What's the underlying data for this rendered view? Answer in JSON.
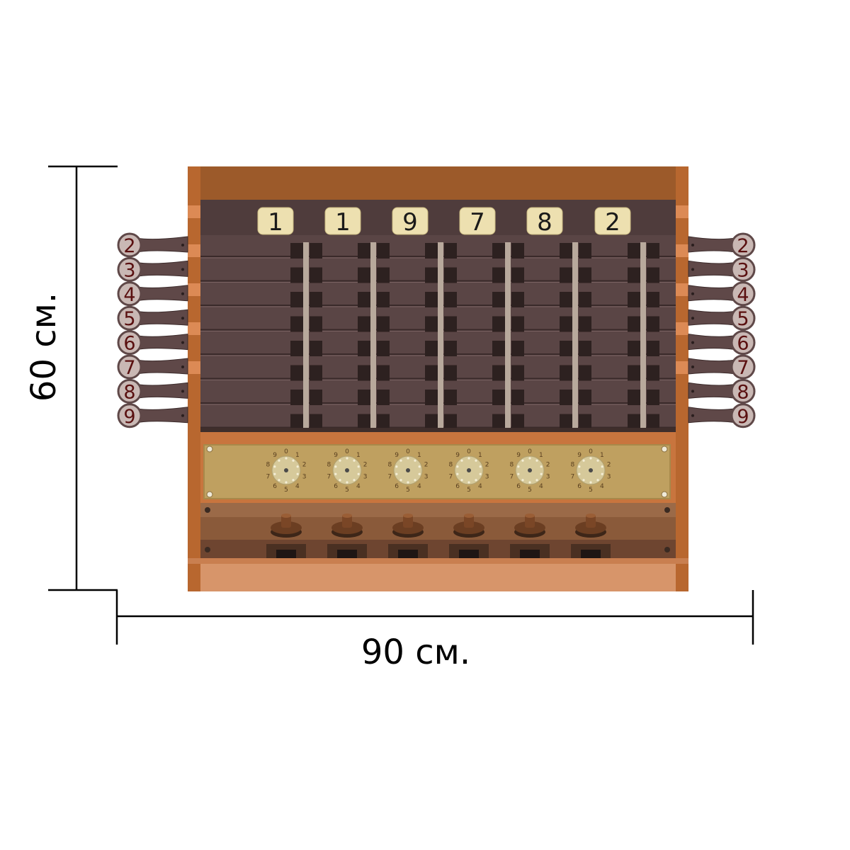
{
  "dimensions": {
    "height_label": "60 см.",
    "width_label": "90 см."
  },
  "counter": {
    "digits": [
      "1",
      "1",
      "9",
      "7",
      "8",
      "2"
    ]
  },
  "levers": {
    "left": [
      "2",
      "3",
      "4",
      "5",
      "6",
      "7",
      "8",
      "9"
    ],
    "right": [
      "2",
      "3",
      "4",
      "5",
      "6",
      "7",
      "8",
      "9"
    ]
  },
  "dials": {
    "count": 6,
    "numerals": [
      "0",
      "1",
      "2",
      "3",
      "4",
      "5",
      "6",
      "7",
      "8",
      "9"
    ]
  },
  "knobs": {
    "count": 6
  },
  "colors": {
    "frame_top": "#9c5a2a",
    "frame_side": "#c8753e",
    "frame_bottom": "#d7956a",
    "keyboard": "#5a4545",
    "key_slot": "#2d2120",
    "rod": "#b8a99c",
    "counter_bg": "#4f3c3c",
    "counter_window": "#ede0b0",
    "brass_plate": "#bfa060",
    "dial_face": "#d6c99a",
    "lever": "#5f4848",
    "lever_knob": "#c9b8b4",
    "knob_panel": "#8a5a3a"
  }
}
